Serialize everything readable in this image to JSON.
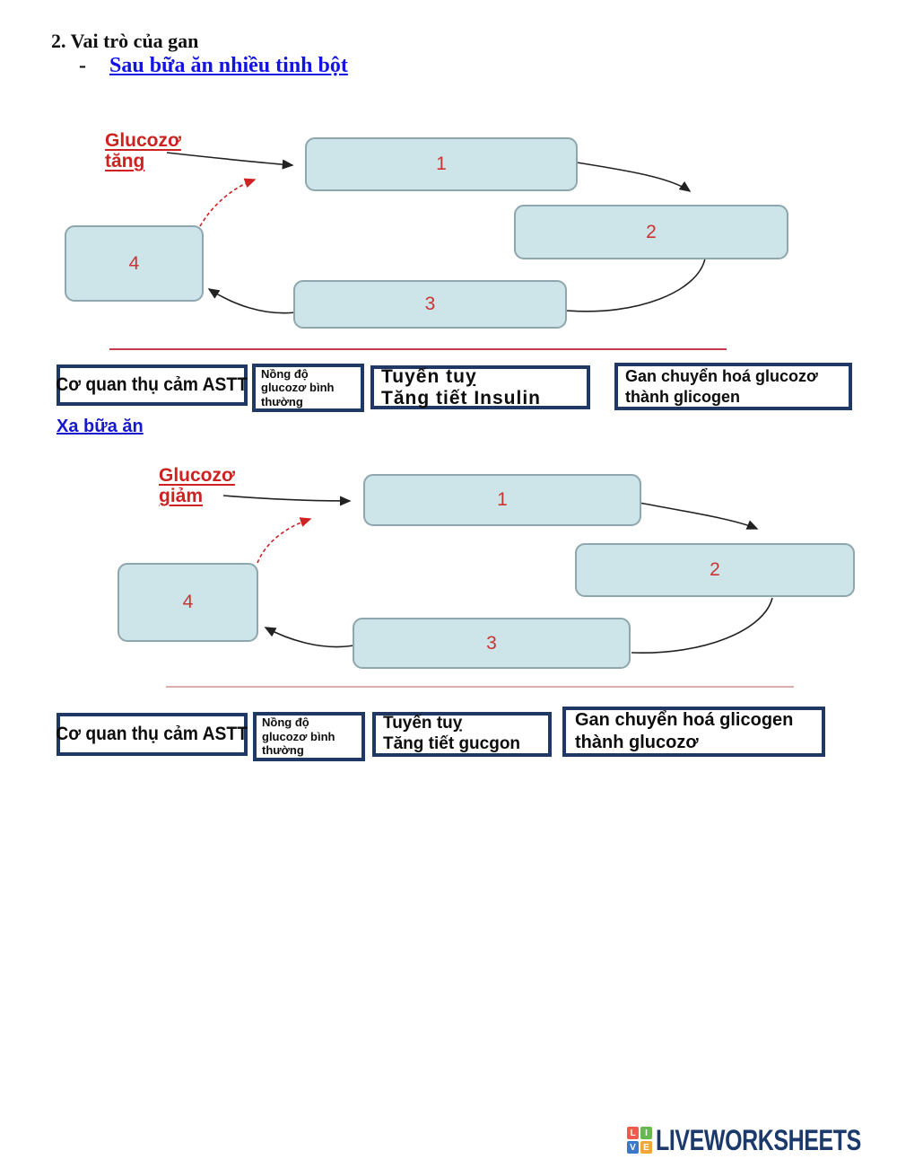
{
  "page": {
    "title": "2. Vai trò của gan",
    "bullet": "-",
    "subtitle_link": "Sau bữa ăn nhiều tinh bột",
    "section2_link": "Xa bữa ăn"
  },
  "diagram1": {
    "trigger_line1": "Glucozơ",
    "trigger_line2": "tăng",
    "box1": "1",
    "box2": "2",
    "box3": "3",
    "box4": "4"
  },
  "diagram2": {
    "trigger_line1": "Glucozơ",
    "trigger_line2": "giảm",
    "box1": "1",
    "box2": "2",
    "box3": "3",
    "box4": "4"
  },
  "answers1": {
    "receptor": "Cơ quan thụ cảm ASTT",
    "normal_level": "Nồng độ glucozơ bình thường",
    "pancreas_line1": "Tuyến tuỵ",
    "pancreas_line2": "Tăng tiết Insulin",
    "liver_line1": "Gan chuyển hoá glucozơ",
    "liver_line2": "thành glicogen"
  },
  "answers2": {
    "receptor": "Cơ quan thụ cảm ASTT",
    "normal_level": "Nồng độ glucozơ bình thường",
    "pancreas_line1": "Tuyến tuỵ",
    "pancreas_line2": "Tăng tiết gucgon",
    "liver_line1": "Gan chuyển hoá glicogen",
    "liver_line2": "thành glucozơ"
  },
  "logo": {
    "text": "LIVEWORKSHEETS",
    "sq1": "L",
    "sq2": "I",
    "sq3": "V",
    "sq4": "E"
  },
  "colors": {
    "flow_box_fill": "#cde4e9",
    "flow_box_border": "#8ea6ad",
    "flow_number_red": "#cc3333",
    "trigger_red": "#cc2222",
    "link_blue": "#1414e0",
    "answer_border_navy": "#1f3864",
    "divider_red_top": "#c43b4e",
    "divider_red_bottom": "#dcaeae",
    "logo_navy": "#1b3a6b",
    "logo_sq_l": "#ef5b4f",
    "logo_sq_i": "#67b84e",
    "logo_sq_v": "#3c78c9",
    "logo_sq_e": "#f0a832"
  }
}
